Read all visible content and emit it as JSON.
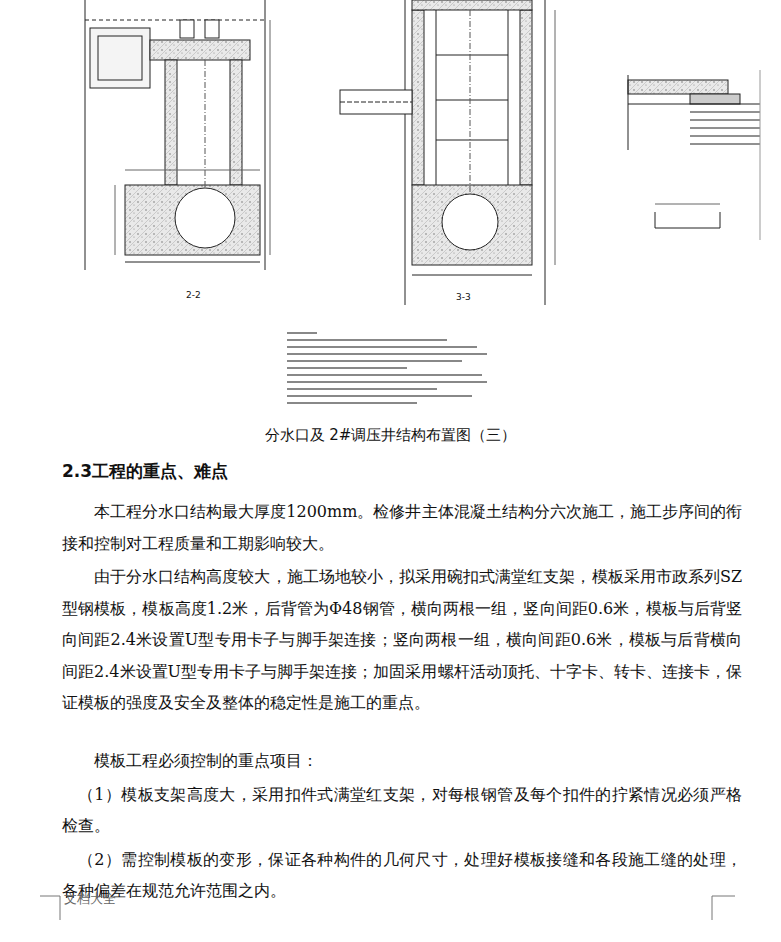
{
  "diagram": {
    "title": "2.3工程的重点、难点",
    "caption": "分水口及 2#调压井结构布置图（三）",
    "labels": [
      "2-2",
      "3-3",
      "本工程分水口结构最大厚度1200mm。检修井主体混凝土结构分六次施工，施工步序间的衔接和控制对工程质量和工期影响较大。",
      "由于分水口结构高度较大，施工场地较小，拟采用碗扣式满堂红支架，模板采用市政系列SZ型钢模板，模板高度1.2米，后背管为Φ48钢管，横向两根一组，竖向间距0.6米，模板与后背竖向间距2.4米设置U型专用卡子与脚手架连接；竖向两根一组，横向间距0.6米，模板与后背横向间距2.4米设置U型专用卡子与脚手架连接；加固采用螺杆活动顶托、十字卡、转卡、连接卡，保证模板的强度及安全及整体的稳定性是施工的重点。",
      "模板工程必须控制的重点项目：",
      "（1）模板支架高度大，采用扣件式满堂红支架，对每根钢管及每个扣件的拧紧情况必须严格检查。",
      "（2）需控制模板的变形，保证各种构件的几何尺寸，处理好模板接缝和各段施工缝的处理，各种偏差在规范允许范围之内。",
      "文档大全"
    ]
  }
}
